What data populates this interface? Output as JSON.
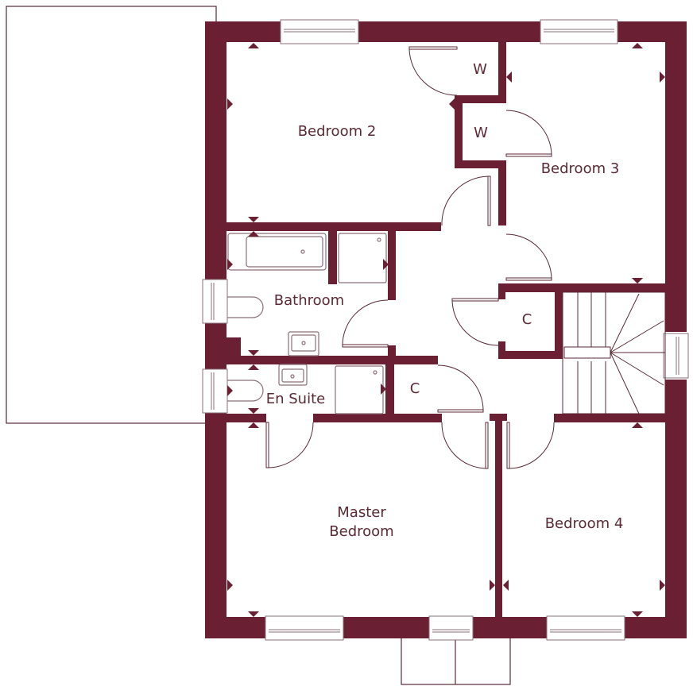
{
  "colors": {
    "wall": "#6a1f33",
    "line": "#5a2a36",
    "fixture": "#8a7078",
    "background": "#ffffff"
  },
  "rooms": {
    "bedroom2": {
      "label": "Bedroom 2"
    },
    "bedroom3": {
      "label": "Bedroom 3"
    },
    "wardrobe1": {
      "label": "W"
    },
    "wardrobe2": {
      "label": "W"
    },
    "bathroom": {
      "label": "Bathroom"
    },
    "cupboard1": {
      "label": "C"
    },
    "cupboard2": {
      "label": "C"
    },
    "ensuite": {
      "label": "En Suite"
    },
    "master": {
      "label_line1": "Master",
      "label_line2": "Bedroom"
    },
    "bedroom4": {
      "label": "Bedroom 4"
    }
  },
  "features": {
    "garage_outline": "garage-outline",
    "porch_canopy": "porch-canopy",
    "staircase": "staircase"
  }
}
